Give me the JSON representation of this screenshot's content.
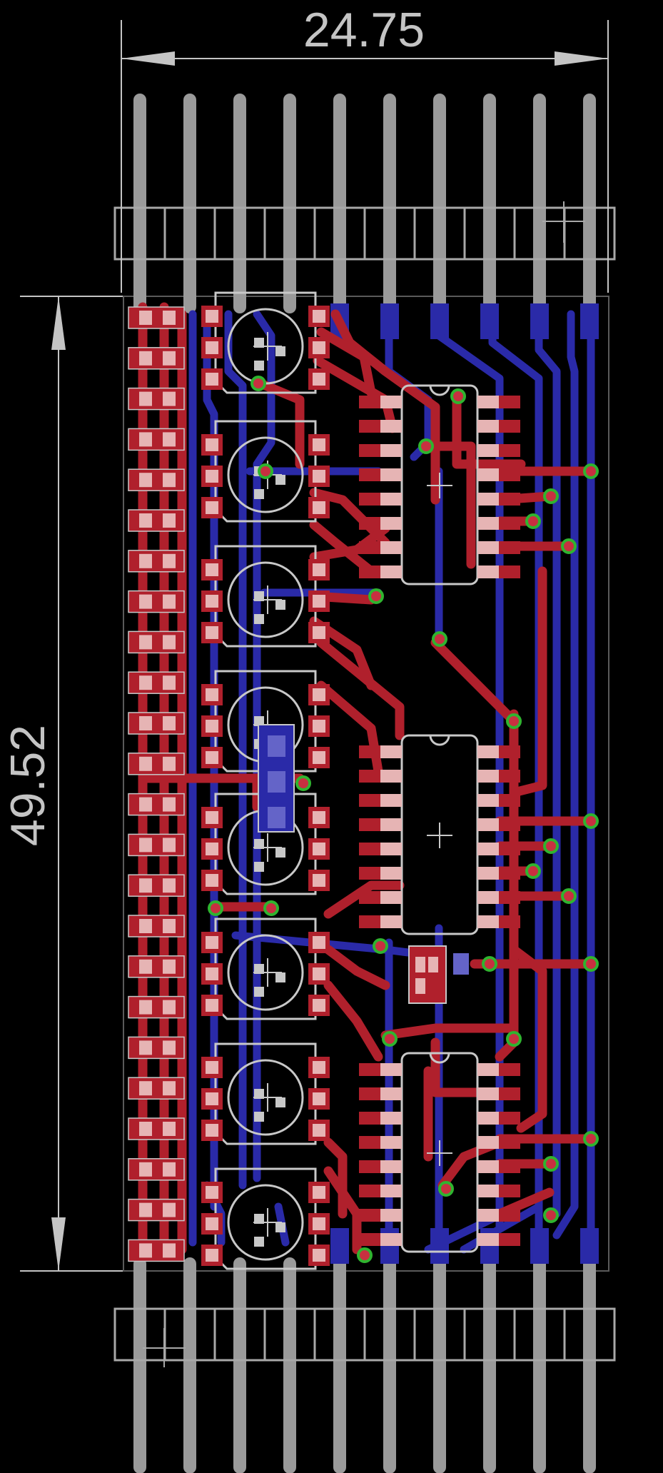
{
  "dimensions": {
    "width_label": "24.75",
    "height_label": "49.52"
  },
  "header_pin_count": 10,
  "colors": {
    "background": "#000000",
    "top_copper": "#b0202c",
    "bottom_copper": "#2a2aa8",
    "pad": "#e6b4b4",
    "silkscreen": "#c8c8c8",
    "via": "#2fb42f",
    "pin": "#9a9a9a"
  }
}
